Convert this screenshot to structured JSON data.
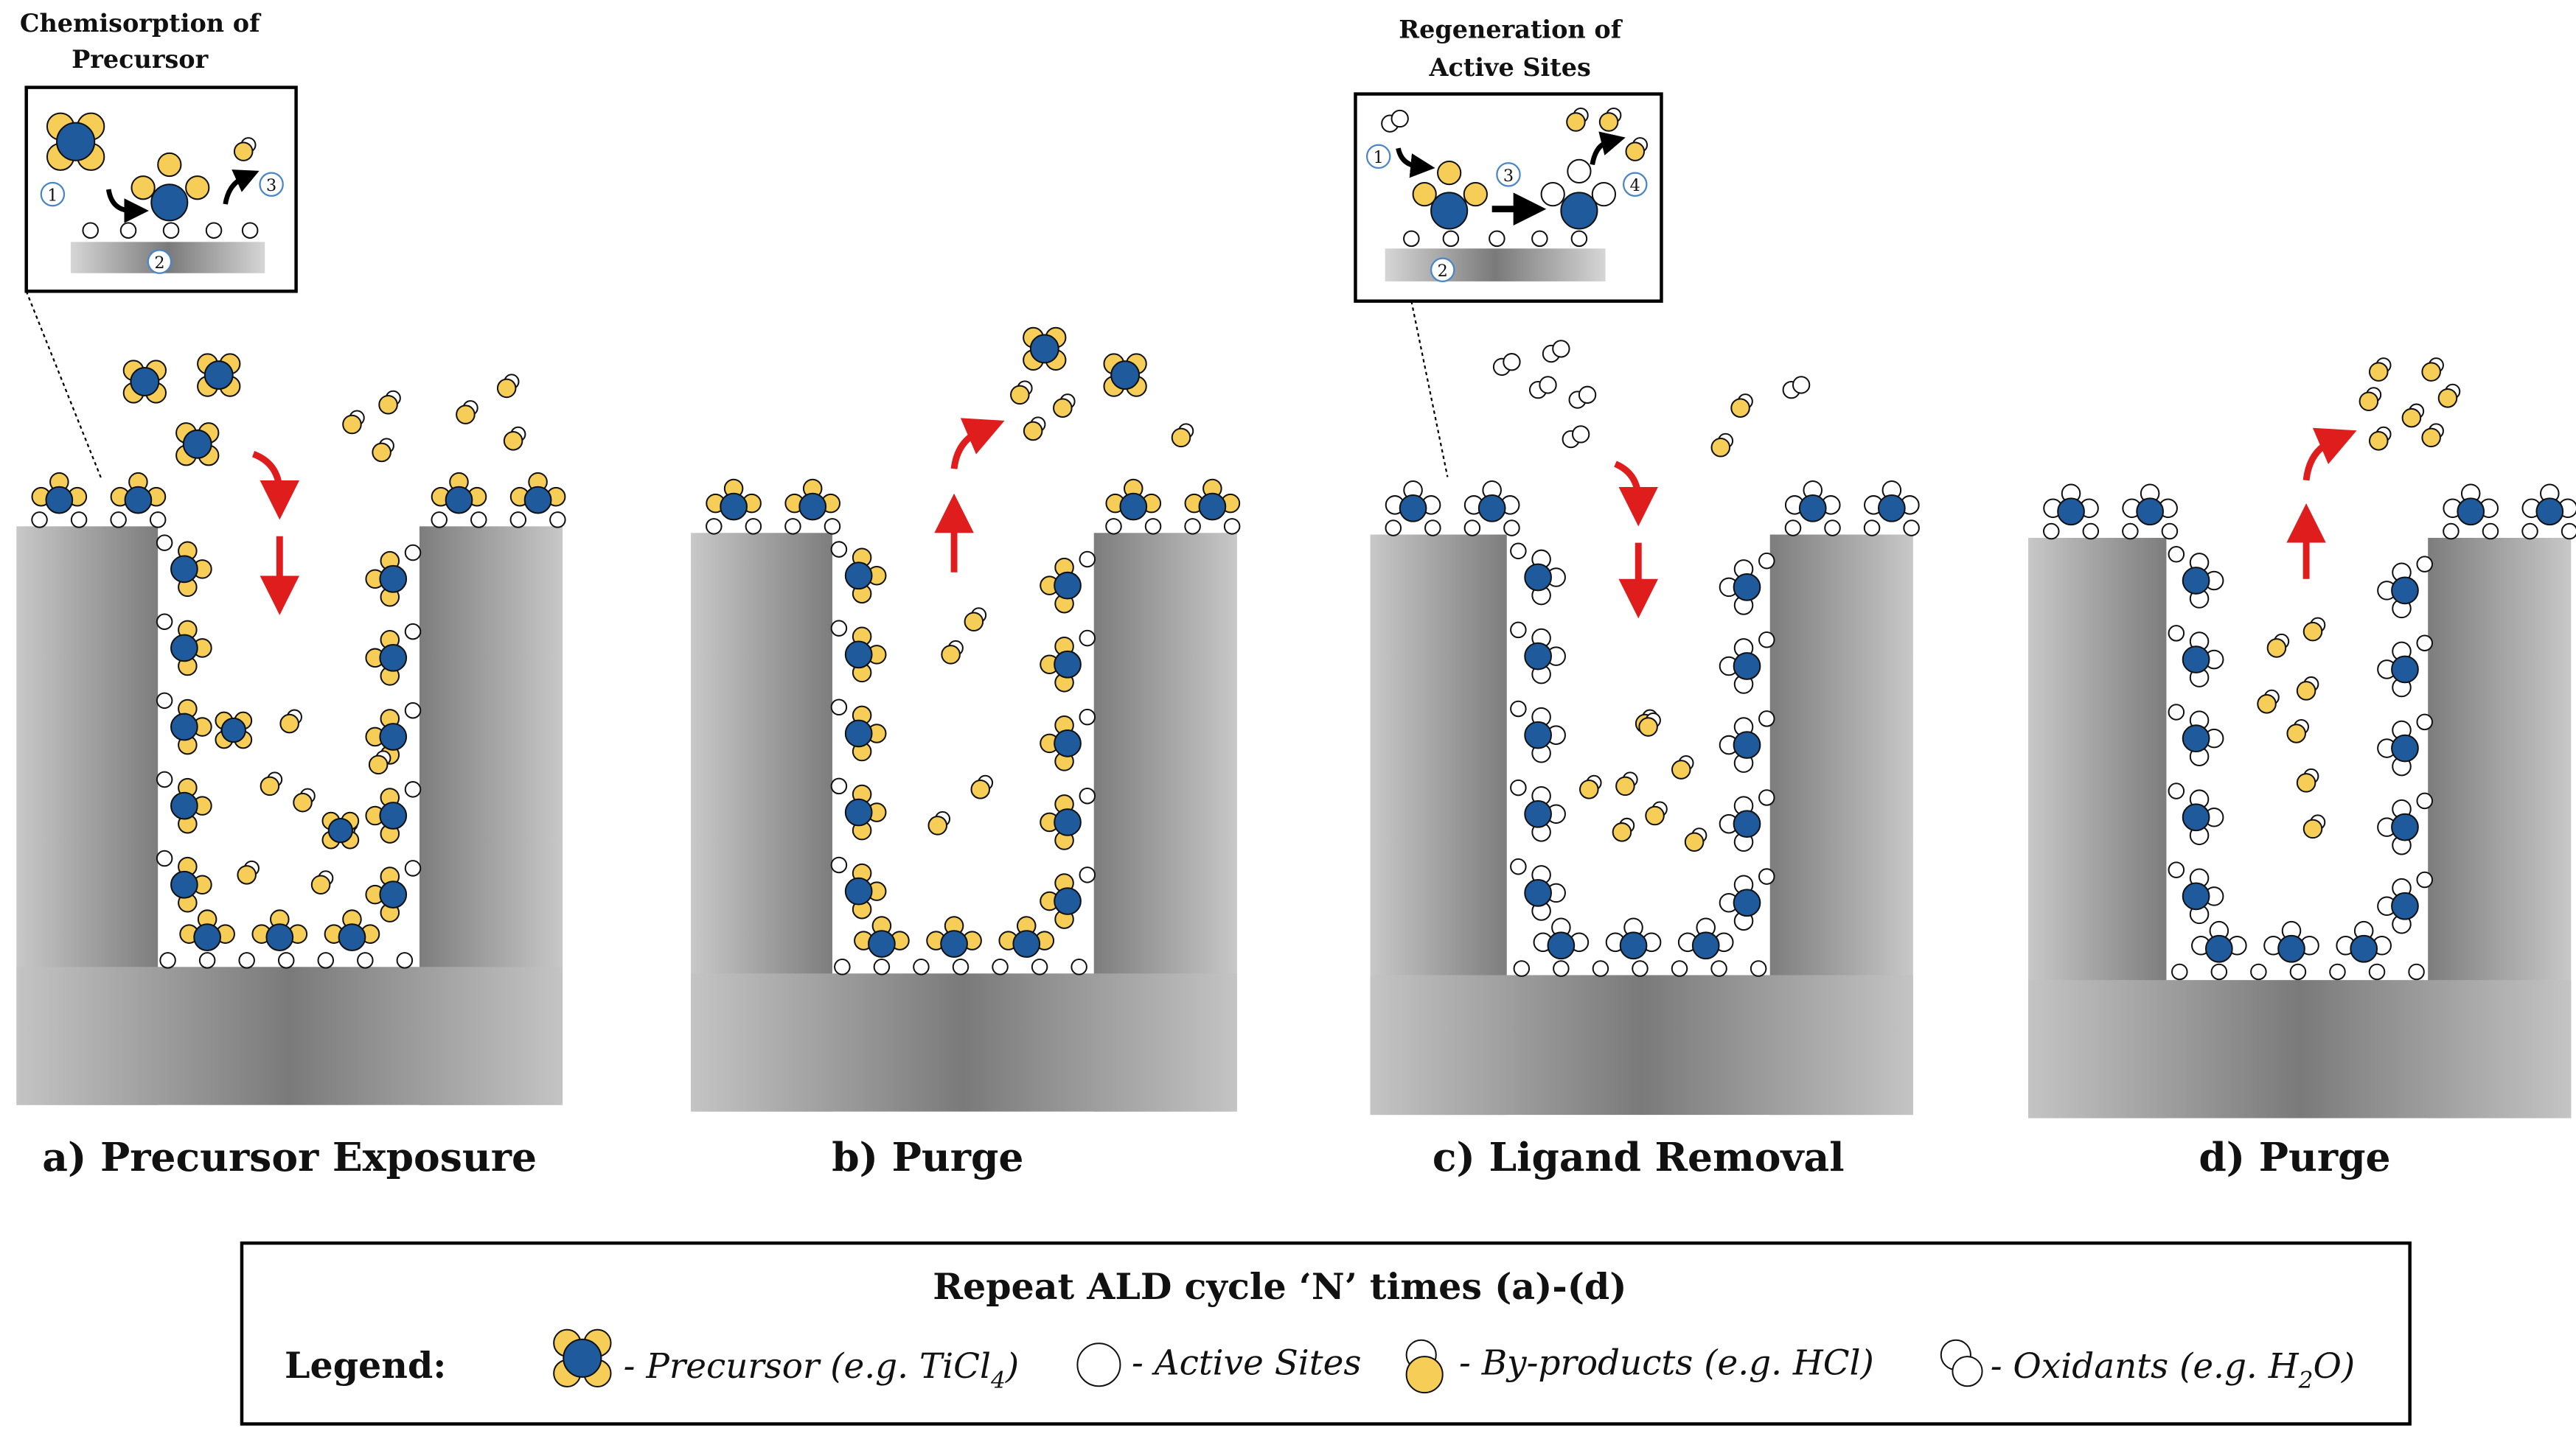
{
  "panels": [
    {
      "id": "a",
      "caption": "a) Precursor Exposure"
    },
    {
      "id": "b",
      "caption": "b) Purge"
    },
    {
      "id": "c",
      "caption": "c) Ligand Removal"
    },
    {
      "id": "d",
      "caption": "d) Purge"
    }
  ],
  "insets": [
    {
      "id": "chemisorption",
      "title_lines": [
        "Chemisorption of",
        "Precursor"
      ],
      "steps": [
        "1",
        "2",
        "3"
      ]
    },
    {
      "id": "regeneration",
      "title_lines": [
        "Regeneration of",
        "Active Sites"
      ],
      "steps": [
        "1",
        "2",
        "3",
        "4"
      ]
    }
  ],
  "legend": {
    "heading": "Repeat ALD cycle ‘N’ times (a)-(d)",
    "label": "Legend:",
    "items": [
      {
        "key": "precursor",
        "text": "- Precursor (e.g. TiCl",
        "sub": "4",
        "tail": ")"
      },
      {
        "key": "active",
        "text": "- Active Sites",
        "sub": "",
        "tail": ""
      },
      {
        "key": "byproduct",
        "text": "- By-products (e.g. HCl)",
        "sub": "",
        "tail": ""
      },
      {
        "key": "oxidant",
        "text": "- Oxidants (e.g. H",
        "sub": "2",
        "tail": "O)"
      }
    ]
  },
  "colors": {
    "blue": "#1f5a9c",
    "yellow": "#f6cd57",
    "white": "#ffffff",
    "arrow_red": "#e01d1d",
    "substrate_dark": "#7a7a7a",
    "substrate_light": "#c4c4c4",
    "step_circle": "#4a86c6"
  }
}
